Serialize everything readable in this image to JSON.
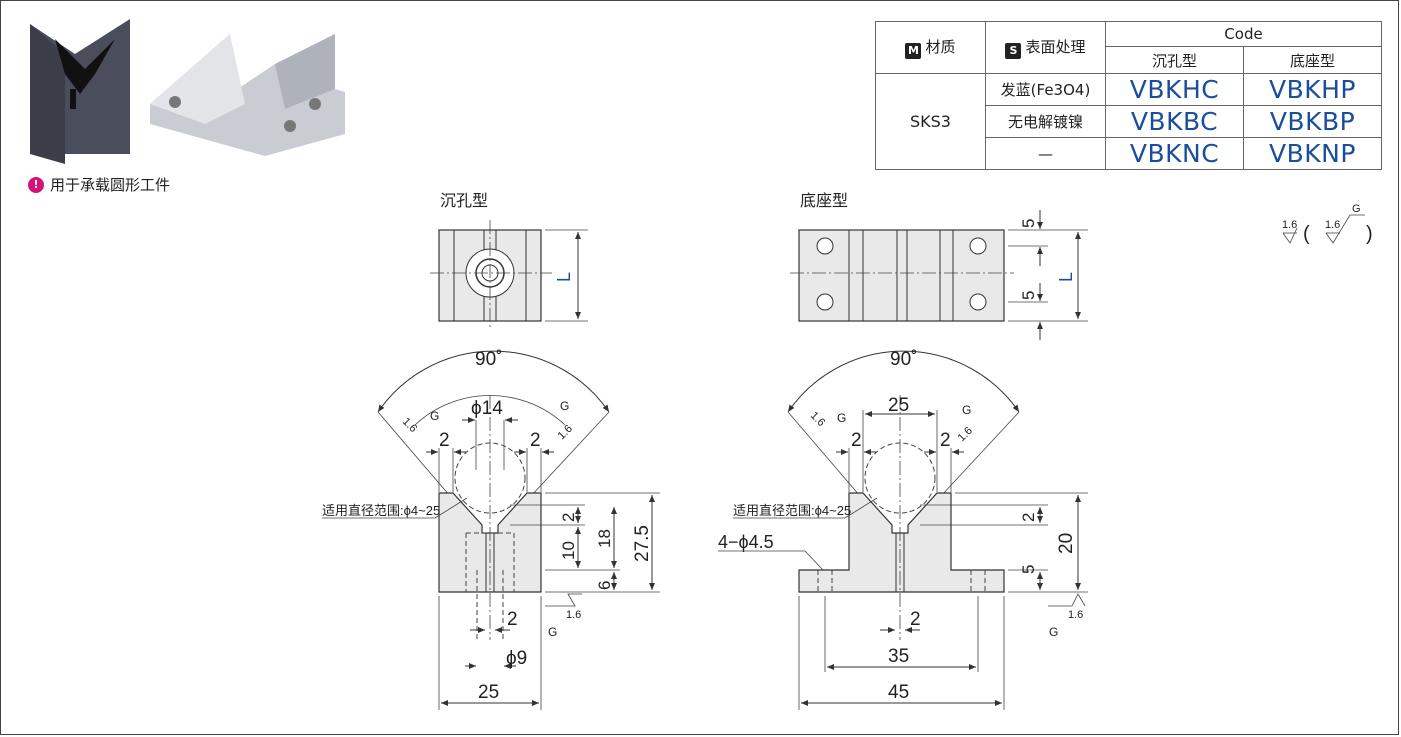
{
  "note": {
    "text": "用于承载圆形工件",
    "icon": "warning-icon"
  },
  "table": {
    "material_label": "材质",
    "material_badge": "M",
    "surface_label": "表面处理",
    "surface_badge": "S",
    "code_header": "Code",
    "col_counterbore": "沉孔型",
    "col_base": "底座型",
    "material": "SKS3",
    "rows": [
      {
        "surface": "发蓝(Fe3O4)",
        "counterbore": "VBKHC",
        "base": "VBKHP"
      },
      {
        "surface": "无电解镀镍",
        "counterbore": "VBKBC",
        "base": "VBKBP"
      },
      {
        "surface": "—",
        "counterbore": "VBKNC",
        "base": "VBKNP"
      }
    ]
  },
  "views": {
    "left_title": "沉孔型",
    "right_title": "底座型"
  },
  "dims": {
    "angle": "90˚",
    "phi14": "ϕ14",
    "two": "2",
    "range": "适用直径范围:ϕ4~25",
    "d10": "10",
    "d18": "18",
    "d27_5": "27.5",
    "d6": "6",
    "phi9": "ϕ9",
    "d25": "25",
    "L": "L",
    "d5": "5",
    "d20": "20",
    "d35": "35",
    "d45": "45",
    "holes": "4−ϕ4.5",
    "rough": "1.6",
    "grade": "G"
  },
  "colors": {
    "code": "#1a4d9b",
    "L": "#1a4d9b",
    "badge": "#222222",
    "note_icon": "#d3127b"
  }
}
